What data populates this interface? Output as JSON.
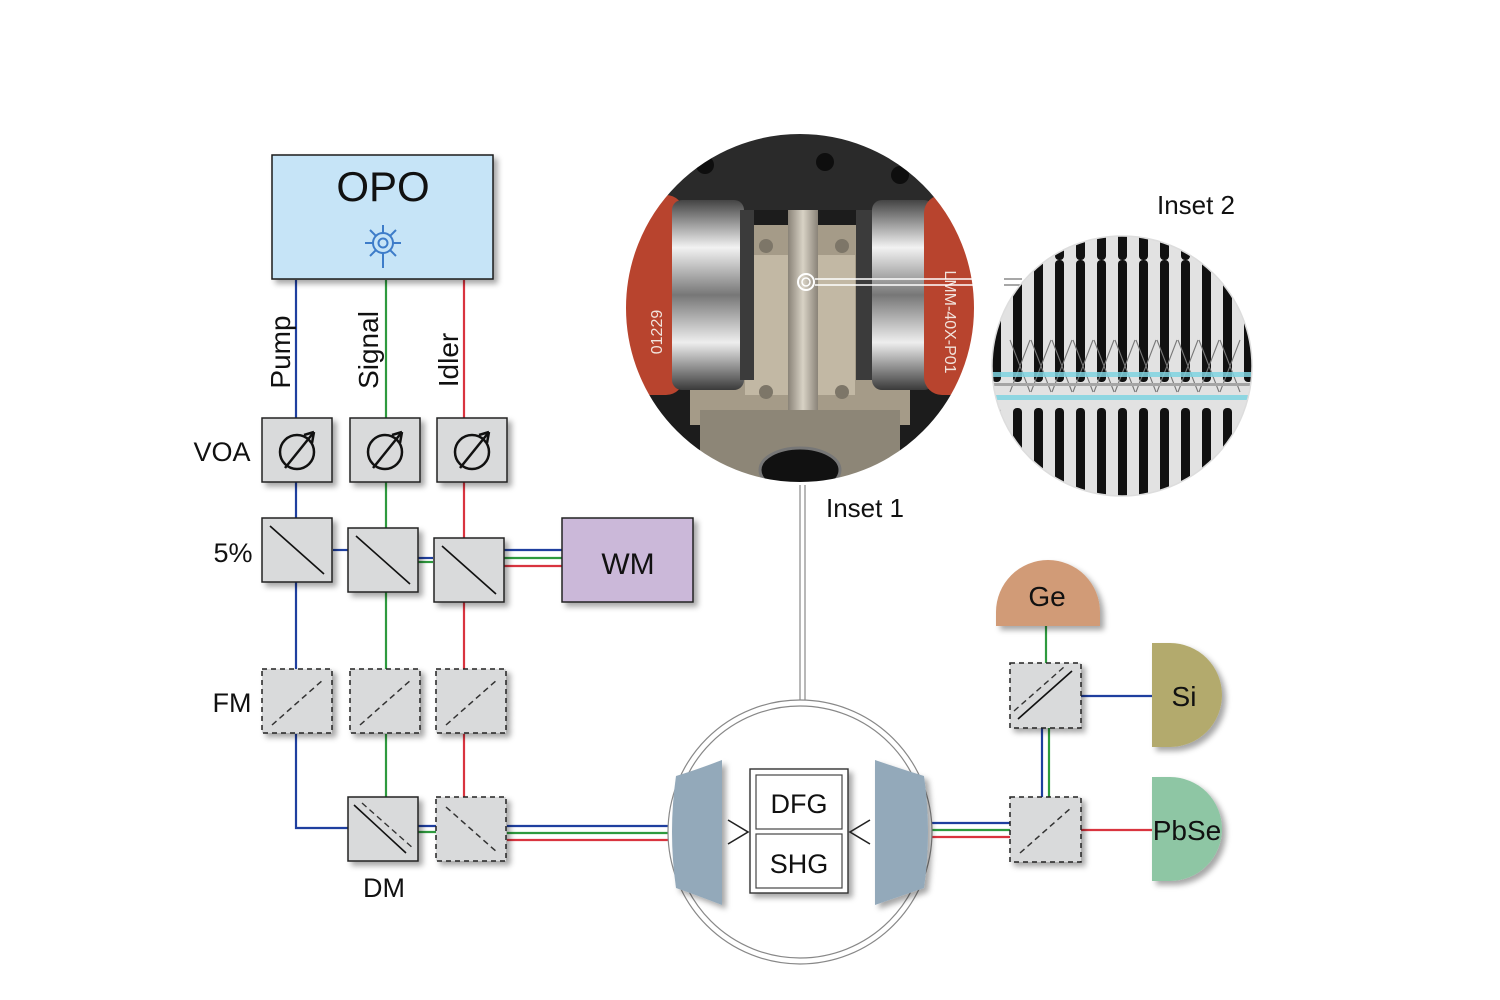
{
  "sources": {
    "opo_label": "OPO",
    "beam_labels": {
      "pump": "Pump",
      "signal": "Signal",
      "idler": "Idler"
    }
  },
  "components": {
    "voa_label": "VOA",
    "splitter_label": "5%",
    "wavemeter_label": "WM",
    "flip_mirror_label": "FM",
    "dichroic_label": "DM"
  },
  "chip": {
    "dfg_label": "DFG",
    "shg_label": "SHG"
  },
  "detectors": {
    "ge": "Ge",
    "si": "Si",
    "pbse": "PbSe"
  },
  "insets": {
    "inset1_label": "Inset 1",
    "inset2_label": "Inset 2",
    "objective_left_text": "01229",
    "objective_right_text": "LMM-40X-P01"
  },
  "colors": {
    "pump": "#1f3f9f",
    "signal": "#2e9a3e",
    "idler": "#d9343f",
    "opo_fill": "#c6e4f7",
    "opo_text": "#3d7cc9",
    "wm_fill": "#cbb8d9",
    "component_fill": "#d9dadb",
    "lens_fill": "#93a9ba",
    "ge_fill": "#d19b77",
    "si_fill": "#b3aa6d",
    "pbse_fill": "#8ec6a4",
    "dfg_text": "#a0486a",
    "shg_text": "#5a8fa8",
    "objective_red": "#b8442e"
  }
}
